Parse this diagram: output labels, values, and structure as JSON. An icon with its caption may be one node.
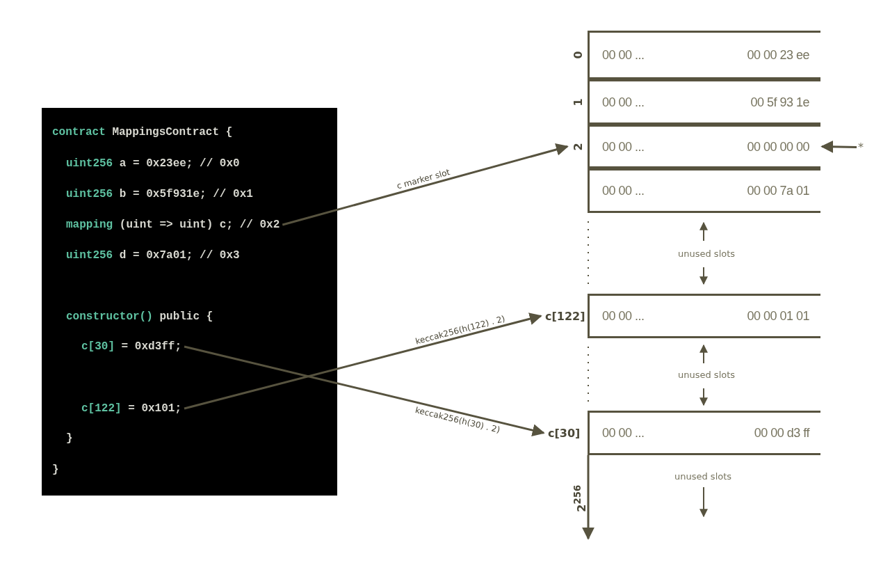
{
  "diagram": {
    "nodes": [
      {
        "text": [
          "contract MappingsContract {",
          "uint256 a = 0x23ee; // 0x0",
          "uint256 b = 0x5f931e; // 0x1",
          "uint256 d = 0x7a01; // 0x3",
          "constructor() public {",
          "}",
          "}"
        ]
      },
      {
        "text": [
          "mapping (uint => uint) c; // 0x2"
        ],
        "in": 0
      },
      {
        "text": [
          "c[30] = 0xd3ff;"
        ],
        "in": 0
      },
      {
        "text": [
          "c[122] = 0x101;"
        ],
        "in": 0
      },
      {
        "text": [
          "00 00 ...",
          "00 00 23 ee"
        ],
        "beside": [
          "0"
        ]
      },
      {
        "text": [
          "00 00 ...",
          "00 5f 93 1e"
        ],
        "beside": [
          "1"
        ]
      },
      {
        "text": [
          "00 00 ...",
          "00 00 00 00"
        ],
        "beside": [
          "2"
        ]
      },
      {
        "text": [
          "00 00 ...",
          "00 00 7a 01"
        ]
      },
      {
        "text": [
          "00 00 ...",
          "00 00 01 01"
        ],
        "beside": [
          "c[122]"
        ]
      },
      {
        "text": [
          "00 00 ...",
          "00 00 d3 ff"
        ],
        "beside": [
          "c[30]"
        ]
      },
      {
        "text": [
          "*"
        ]
      }
    ],
    "edges": [
      {
        "from": 1,
        "to": 6,
        "arrow": "to",
        "label": "c marker slot"
      },
      {
        "from": 2,
        "to": 9,
        "arrow": "to",
        "label": "keccak256(h(30) . 2)"
      },
      {
        "from": 3,
        "to": 8,
        "arrow": "to",
        "label": "keccak256(h(122) . 2)"
      },
      {
        "from": 10,
        "to": 6,
        "arrow": "to"
      }
    ],
    "labels": [
      "unused slots",
      "unused slots",
      "unused slots",
      "2$^{256}$"
    ]
  }
}
